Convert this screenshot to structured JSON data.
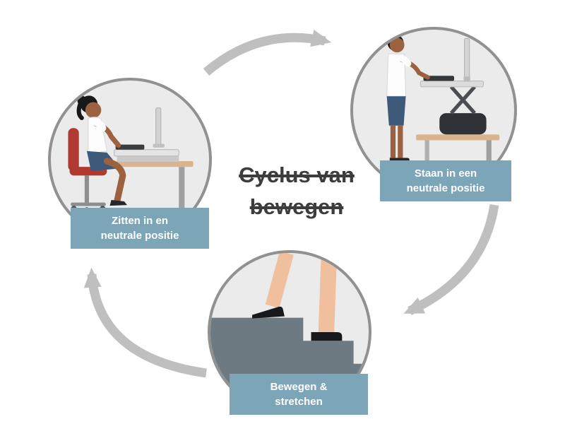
{
  "title": {
    "line1": "Cyclus van",
    "line2": "bewegen"
  },
  "steps": {
    "sit": {
      "line1": "Zitten in en",
      "line2": "neutrale positie"
    },
    "stand": {
      "line1": "Staan in een",
      "line2": "neutrale positie"
    },
    "move": {
      "line1": "Bewegen &",
      "line2": "stretchen"
    }
  },
  "icons": {
    "sit": "woman-sitting-at-desk-illustration",
    "stand": "woman-standing-at-desk-illustration",
    "move": "feet-climbing-stairs-illustration",
    "arrows": [
      "arrow-sit-to-stand",
      "arrow-stand-to-move",
      "arrow-move-to-sit"
    ]
  },
  "colors": {
    "label_bg": "#7ca5b8",
    "label_text": "#ffffff",
    "circle_fill": "#ebebeb",
    "circle_border": "#919191",
    "arrow": "#bfbfbf",
    "title_text": "#3c3c3c",
    "chair_red": "#b03a2f",
    "skirt_blue": "#3d5a7a",
    "desk_wood": "#d9b48e",
    "stairs_gray": "#6e7a81",
    "skin": "#9c6240",
    "skin_light": "#f0bf9d",
    "shoe_black": "#17191c"
  }
}
